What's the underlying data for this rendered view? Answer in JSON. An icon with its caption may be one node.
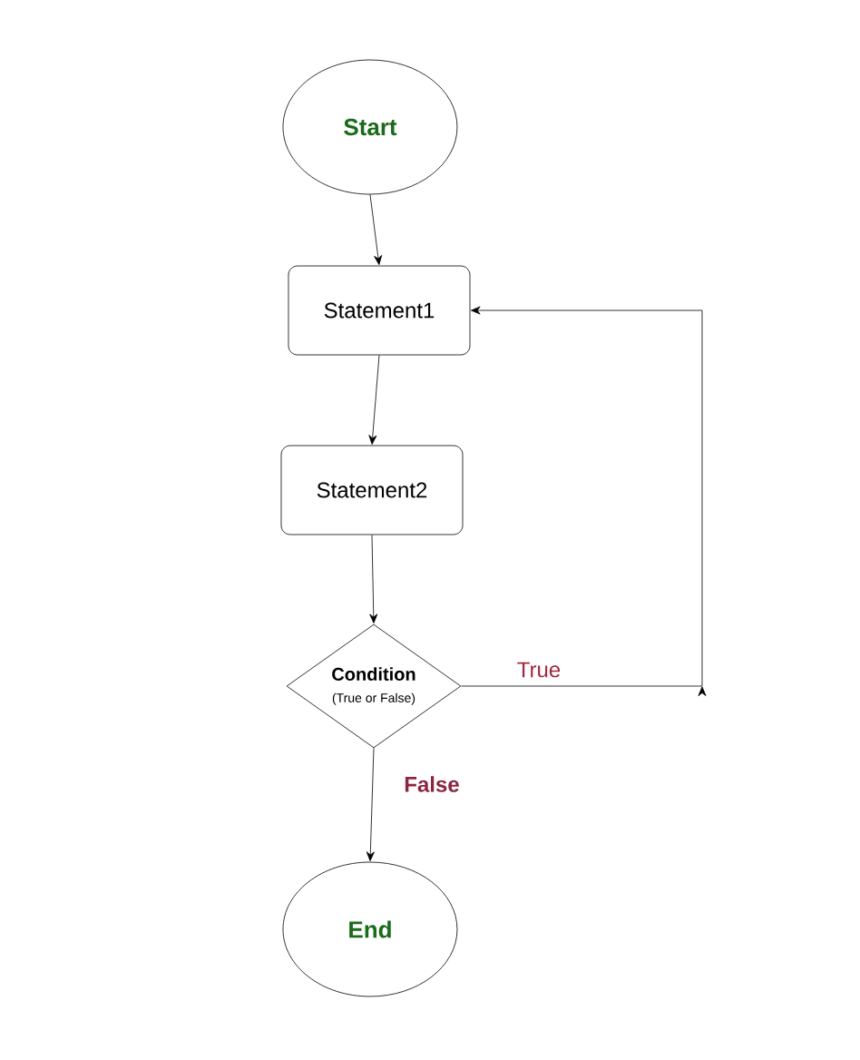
{
  "diagram": {
    "nodes": [
      {
        "text": [
          "Start"
        ]
      },
      {
        "text": [
          "Statement1"
        ]
      },
      {
        "text": [
          "Statement2"
        ]
      },
      {
        "text": [
          "Condition",
          "(True or False)"
        ]
      },
      {
        "text": [
          "End"
        ]
      }
    ],
    "edges": [
      {
        "from": 0,
        "to": 1,
        "arrow": "to"
      },
      {
        "from": 1,
        "to": 2,
        "arrow": "to"
      },
      {
        "from": 2,
        "to": 3,
        "arrow": "to"
      },
      {
        "from": 3,
        "to": 1,
        "arrow": "to",
        "label": "True"
      },
      {
        "from": 3,
        "to": 4,
        "arrow": "to",
        "label": "False"
      }
    ]
  }
}
